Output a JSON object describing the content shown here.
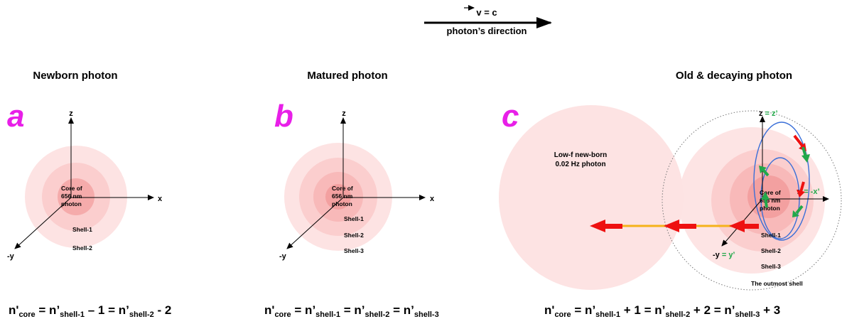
{
  "header": {
    "velocity": "v = c",
    "direction": "photon’s direction"
  },
  "panels": [
    {
      "title": "Newborn photon",
      "letter": "a",
      "axes": {
        "z": "z",
        "x": "x",
        "y": "-y"
      },
      "core": [
        "Core of",
        "656 nm",
        "photon"
      ],
      "shells": [
        "Shell-1",
        "Shell-2"
      ],
      "formula": {
        "parts": [
          {
            "t": "n'"
          },
          {
            "t": "core",
            "sub": true
          },
          {
            "t": " = n’"
          },
          {
            "t": "shell-1",
            "sub": true
          },
          {
            "t": " – 1 = n’"
          },
          {
            "t": "shell-2",
            "sub": true
          },
          {
            "t": " - 2"
          }
        ]
      }
    },
    {
      "title": "Matured photon",
      "letter": "b",
      "axes": {
        "z": "z",
        "x": "x",
        "y": "-y"
      },
      "core": [
        "Core of",
        "656 nm",
        "photon"
      ],
      "shells": [
        "Shell-1",
        "Shell-2",
        "Shell-3"
      ],
      "formula": {
        "parts": [
          {
            "t": "n'"
          },
          {
            "t": "core",
            "sub": true
          },
          {
            "t": " = n’"
          },
          {
            "t": "shell-1",
            "sub": true
          },
          {
            "t": " = n’"
          },
          {
            "t": "shell-2",
            "sub": true
          },
          {
            "t": " = n’"
          },
          {
            "t": "shell-3",
            "sub": true
          }
        ]
      }
    },
    {
      "title": "Old & decaying photon",
      "letter": "c",
      "axes": {
        "z": "z",
        "z2": " = z’",
        "x": "x",
        "x2": " = -x’",
        "y": "-y",
        "y2": " = y’"
      },
      "core": [
        "Core of",
        "656 nm",
        "photon"
      ],
      "shells": [
        "Shell-1",
        "Shell-2",
        "Shell-3"
      ],
      "outmost": "The outmost shell",
      "lowf": [
        "Low-f new-born",
        "0.02 Hz photon"
      ],
      "formula": {
        "parts": [
          {
            "t": "n'"
          },
          {
            "t": "core",
            "sub": true
          },
          {
            "t": " = n’"
          },
          {
            "t": "shell-1",
            "sub": true
          },
          {
            "t": " + 1 = n’"
          },
          {
            "t": "shell-2",
            "sub": true
          },
          {
            "t": " + 2 = n’"
          },
          {
            "t": "shell-3",
            "sub": true
          },
          {
            "t": " + 3"
          }
        ]
      }
    }
  ],
  "colors": {
    "shell_outer": "#fde3e3",
    "shell_mid": "#fbcece",
    "shell_inner": "#f8b6b6",
    "core": "#f3a0a0",
    "letter": "#e81fe8",
    "green": "#22a84a",
    "red": "#ee1111",
    "orange": "#f5b21a",
    "orbit": "#3a6fd8"
  }
}
